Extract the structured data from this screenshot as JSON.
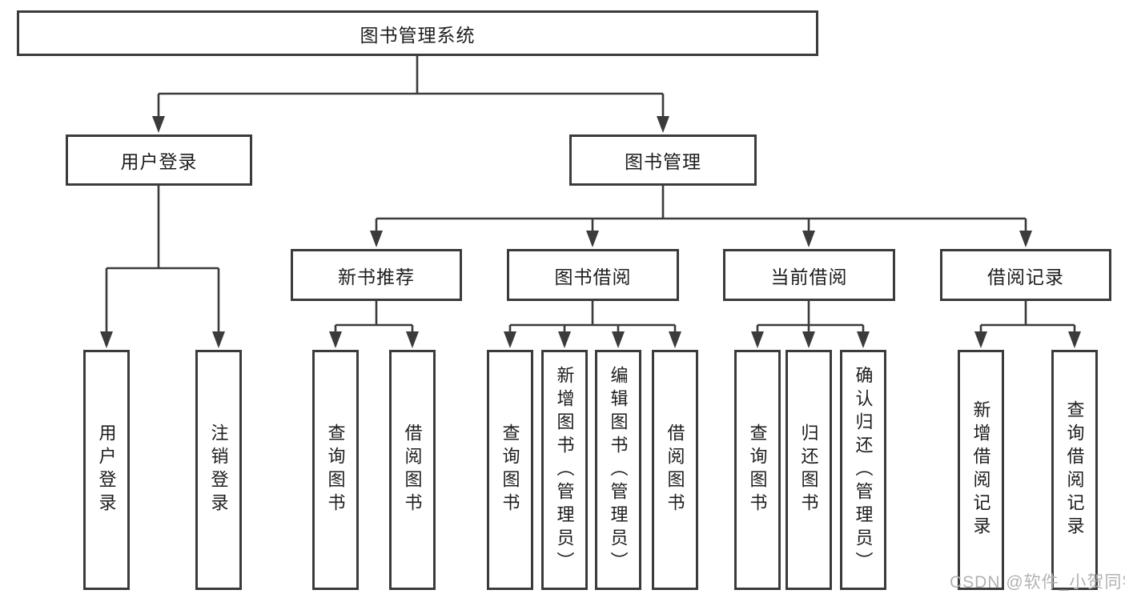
{
  "colors": {
    "line": "#3b3b3b",
    "box_border": "#3b3b3b",
    "text": "#1d1d1d",
    "watermark": "#b2b2b2",
    "background": "#ffffff"
  },
  "watermark": "CSDN @软件_小贺同学",
  "tree": {
    "root": "图书管理系统",
    "children": [
      {
        "label": "用户登录",
        "children": [
          "用户登录",
          "注销登录"
        ]
      },
      {
        "label": "图书管理",
        "children": [
          {
            "label": "新书推荐",
            "children": [
              "查询图书",
              "借阅图书"
            ]
          },
          {
            "label": "图书借阅",
            "children": [
              "查询图书",
              "新增图书（管理员）",
              "编辑图书（管理员）",
              "借阅图书"
            ]
          },
          {
            "label": "当前借阅",
            "children": [
              "查询图书",
              "归还图书",
              "确认归还（管理员）"
            ]
          },
          {
            "label": "借阅记录",
            "children": [
              "新增借阅记录",
              "查询借阅记录"
            ]
          }
        ]
      }
    ]
  }
}
